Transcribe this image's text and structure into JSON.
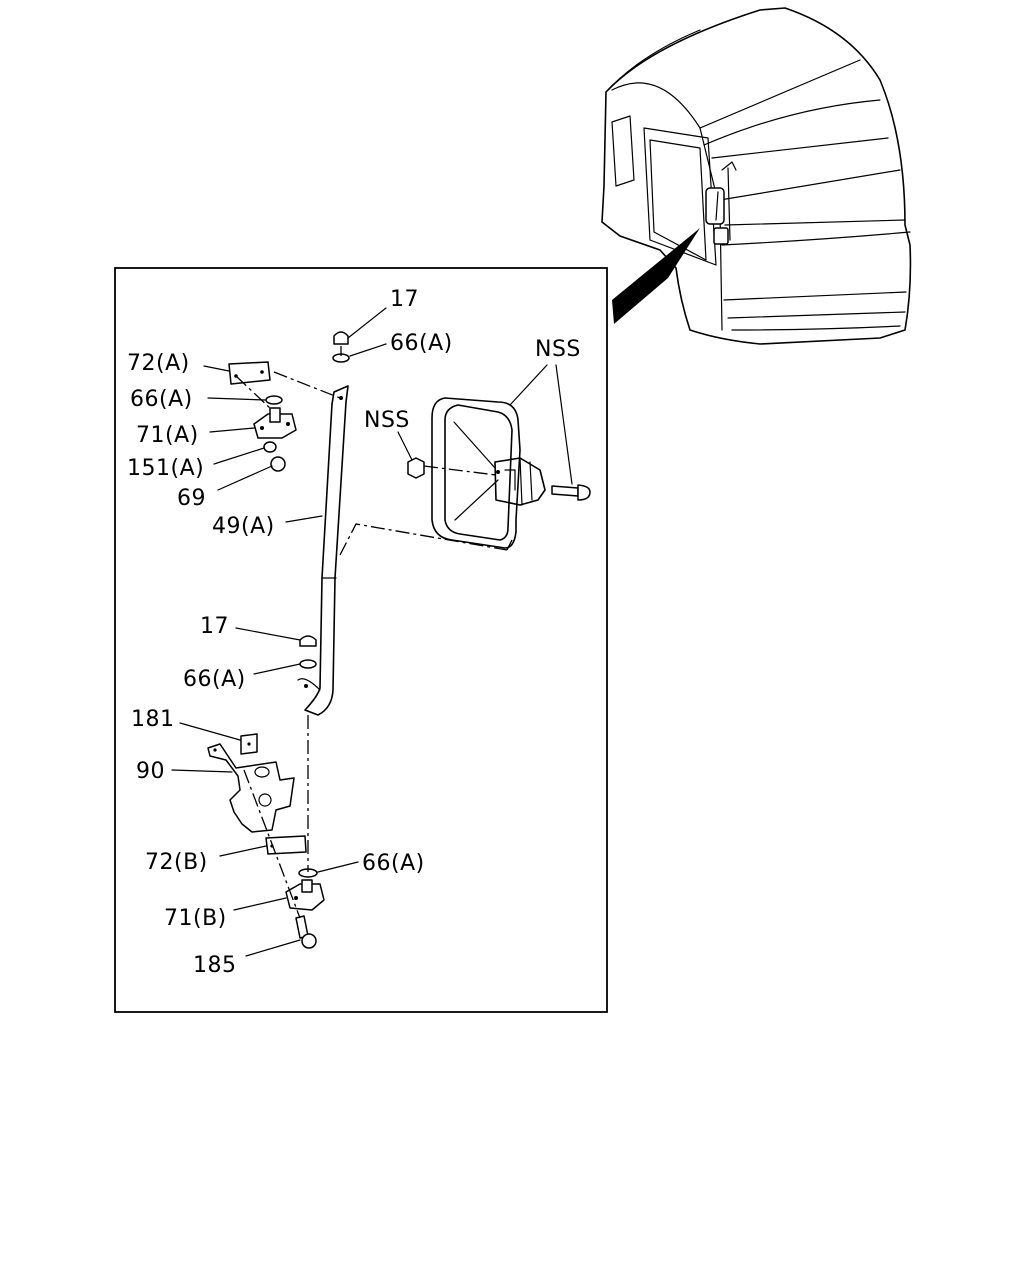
{
  "diagram": {
    "labels": {
      "p17_top": "17",
      "p66a_top": "66(A)",
      "p72a": "72(A)",
      "p66a_left": "66(A)",
      "p71a": "71(A)",
      "p151a": "151(A)",
      "p69": "69",
      "p49a": "49(A)",
      "nss_top": "NSS",
      "nss_mid": "NSS",
      "p17_mid": "17",
      "p66a_mid": "66(A)",
      "p181": "181",
      "p90": "90",
      "p72b": "72(B)",
      "p66a_bottom": "66(A)",
      "p71b": "71(B)",
      "p185": "185"
    },
    "icons": {
      "vehicle": "truck-cab-rear-view",
      "mirror": "side-mirror",
      "stay": "mirror-stay-bar"
    }
  }
}
